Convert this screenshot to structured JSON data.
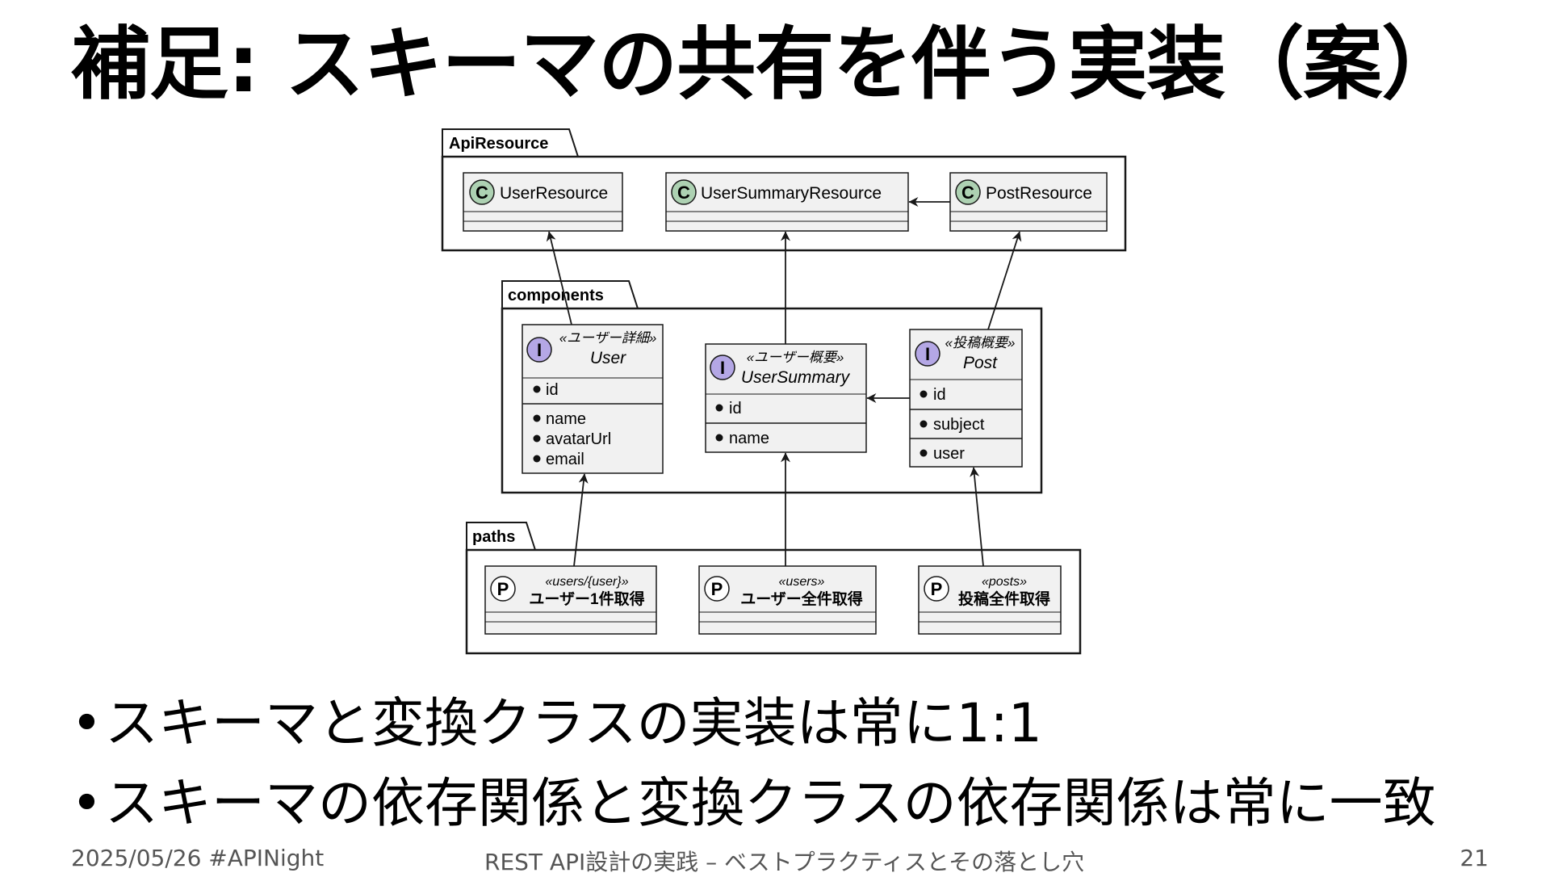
{
  "slide": {
    "title": "補足: スキーマの共有を伴う実装（案）",
    "bullets": [
      "スキーマと変換クラスの実装は常に1:1",
      "スキーマの依存関係と変換クラスの依存関係は常に一致"
    ],
    "footer": {
      "left": "2025/05/26 #APINight",
      "center": "REST API設計の実践 – ベストプラクティスとその落とし穴",
      "page": "21"
    }
  },
  "diagram": {
    "packages": {
      "api": "ApiResource",
      "components": "components",
      "paths": "paths"
    },
    "classes": {
      "user_resource": "UserResource",
      "user_summary_resource": "UserSummaryResource",
      "post_resource": "PostResource",
      "badge": "C"
    },
    "interfaces": {
      "badge": "I",
      "user": {
        "stereotype": "«ユーザー詳細»",
        "name": "User",
        "fields": [
          "id",
          "name",
          "avatarUrl",
          "email"
        ]
      },
      "user_summary": {
        "stereotype": "«ユーザー概要»",
        "name": "UserSummary",
        "fields": [
          "id",
          "name"
        ]
      },
      "post": {
        "stereotype": "«投稿概要»",
        "name": "Post",
        "fields": [
          "id",
          "subject",
          "user"
        ]
      }
    },
    "paths": {
      "badge": "P",
      "get_user": {
        "stereotype": "«users/{user}»",
        "name": "ユーザー1件取得"
      },
      "get_users": {
        "stereotype": "«users»",
        "name": "ユーザー全件取得"
      },
      "get_posts": {
        "stereotype": "«posts»",
        "name": "投稿全件取得"
      }
    },
    "colors": {
      "class_badge": "#ADD1B2",
      "interface_badge": "#B4A7E5",
      "path_badge": "#FFFFFF",
      "box_fill": "#F1F1F1",
      "line": "#181818"
    }
  }
}
